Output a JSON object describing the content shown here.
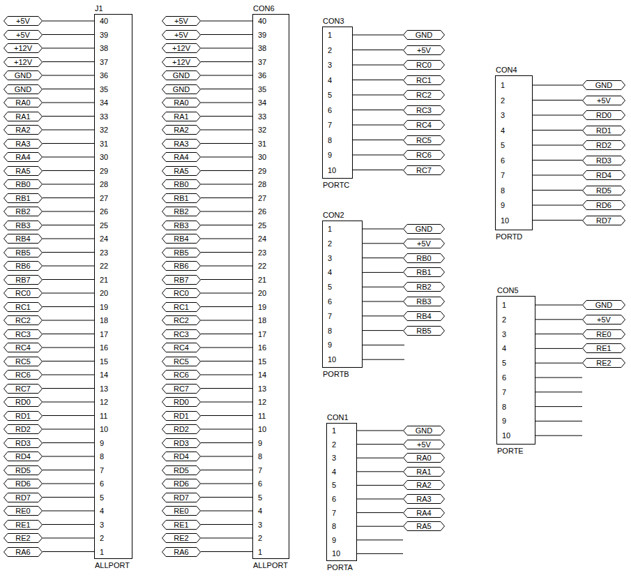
{
  "diagram": {
    "nodes": [
      {
        "text": [
          "J1",
          "40",
          "39",
          "38",
          "37",
          "36",
          "35",
          "34",
          "33",
          "32",
          "31",
          "30",
          "29",
          "28",
          "27",
          "26",
          "25",
          "24",
          "23",
          "22",
          "21",
          "20",
          "19",
          "18",
          "17",
          "16",
          "15",
          "14",
          "13",
          "12",
          "11",
          "10",
          "9",
          "8",
          "7",
          "6",
          "5",
          "4",
          "3",
          "2",
          "1",
          "ALLPORT"
        ]
      },
      {
        "text": [
          "+5V"
        ]
      },
      {
        "text": [
          "+5V"
        ]
      },
      {
        "text": [
          "+12V"
        ]
      },
      {
        "text": [
          "+12V"
        ]
      },
      {
        "text": [
          "GND"
        ]
      },
      {
        "text": [
          "GND"
        ]
      },
      {
        "text": [
          "RA0"
        ]
      },
      {
        "text": [
          "RA1"
        ]
      },
      {
        "text": [
          "RA2"
        ]
      },
      {
        "text": [
          "RA3"
        ]
      },
      {
        "text": [
          "RA4"
        ]
      },
      {
        "text": [
          "RA5"
        ]
      },
      {
        "text": [
          "RB0"
        ]
      },
      {
        "text": [
          "RB1"
        ]
      },
      {
        "text": [
          "RB2"
        ]
      },
      {
        "text": [
          "RB3"
        ]
      },
      {
        "text": [
          "RB4"
        ]
      },
      {
        "text": [
          "RB5"
        ]
      },
      {
        "text": [
          "RB6"
        ]
      },
      {
        "text": [
          "RB7"
        ]
      },
      {
        "text": [
          "RC0"
        ]
      },
      {
        "text": [
          "RC1"
        ]
      },
      {
        "text": [
          "RC2"
        ]
      },
      {
        "text": [
          "RC3"
        ]
      },
      {
        "text": [
          "RC4"
        ]
      },
      {
        "text": [
          "RC5"
        ]
      },
      {
        "text": [
          "RC6"
        ]
      },
      {
        "text": [
          "RC7"
        ]
      },
      {
        "text": [
          "RD0"
        ]
      },
      {
        "text": [
          "RD1"
        ]
      },
      {
        "text": [
          "RD2"
        ]
      },
      {
        "text": [
          "RD3"
        ]
      },
      {
        "text": [
          "RD4"
        ]
      },
      {
        "text": [
          "RD5"
        ]
      },
      {
        "text": [
          "RD6"
        ]
      },
      {
        "text": [
          "RD7"
        ]
      },
      {
        "text": [
          "RE0"
        ]
      },
      {
        "text": [
          "RE1"
        ]
      },
      {
        "text": [
          "RE2"
        ]
      },
      {
        "text": [
          "RA6"
        ]
      },
      {
        "text": [
          "CON6",
          "40",
          "39",
          "38",
          "37",
          "36",
          "35",
          "34",
          "33",
          "32",
          "31",
          "30",
          "29",
          "28",
          "27",
          "26",
          "25",
          "24",
          "23",
          "22",
          "21",
          "20",
          "19",
          "18",
          "17",
          "16",
          "15",
          "14",
          "13",
          "12",
          "11",
          "10",
          "9",
          "8",
          "7",
          "6",
          "5",
          "4",
          "3",
          "2",
          "1",
          "ALLPORT"
        ]
      },
      {
        "text": [
          "+5V"
        ]
      },
      {
        "text": [
          "+5V"
        ]
      },
      {
        "text": [
          "+12V"
        ]
      },
      {
        "text": [
          "+12V"
        ]
      },
      {
        "text": [
          "GND"
        ]
      },
      {
        "text": [
          "GND"
        ]
      },
      {
        "text": [
          "RA0"
        ]
      },
      {
        "text": [
          "RA1"
        ]
      },
      {
        "text": [
          "RA2"
        ]
      },
      {
        "text": [
          "RA3"
        ]
      },
      {
        "text": [
          "RA4"
        ]
      },
      {
        "text": [
          "RA5"
        ]
      },
      {
        "text": [
          "RB0"
        ]
      },
      {
        "text": [
          "RB1"
        ]
      },
      {
        "text": [
          "RB2"
        ]
      },
      {
        "text": [
          "RB3"
        ]
      },
      {
        "text": [
          "RB4"
        ]
      },
      {
        "text": [
          "RB5"
        ]
      },
      {
        "text": [
          "RB6"
        ]
      },
      {
        "text": [
          "RB7"
        ]
      },
      {
        "text": [
          "RC0"
        ]
      },
      {
        "text": [
          "RC1"
        ]
      },
      {
        "text": [
          "RC2"
        ]
      },
      {
        "text": [
          "RC3"
        ]
      },
      {
        "text": [
          "RC4"
        ]
      },
      {
        "text": [
          "RC5"
        ]
      },
      {
        "text": [
          "RC6"
        ]
      },
      {
        "text": [
          "RC7"
        ]
      },
      {
        "text": [
          "RD0"
        ]
      },
      {
        "text": [
          "RD1"
        ]
      },
      {
        "text": [
          "RD2"
        ]
      },
      {
        "text": [
          "RD3"
        ]
      },
      {
        "text": [
          "RD4"
        ]
      },
      {
        "text": [
          "RD5"
        ]
      },
      {
        "text": [
          "RD6"
        ]
      },
      {
        "text": [
          "RD7"
        ]
      },
      {
        "text": [
          "RE0"
        ]
      },
      {
        "text": [
          "RE1"
        ]
      },
      {
        "text": [
          "RE2"
        ]
      },
      {
        "text": [
          "RA6"
        ]
      },
      {
        "text": [
          "CON3",
          "1",
          "2",
          "3",
          "4",
          "5",
          "6",
          "7",
          "8",
          "9",
          "10",
          "PORTC"
        ]
      },
      {
        "text": [
          "GND"
        ]
      },
      {
        "text": [
          "+5V"
        ]
      },
      {
        "text": [
          "RC0"
        ]
      },
      {
        "text": [
          "RC1"
        ]
      },
      {
        "text": [
          "RC2"
        ]
      },
      {
        "text": [
          "RC3"
        ]
      },
      {
        "text": [
          "RC4"
        ]
      },
      {
        "text": [
          "RC5"
        ]
      },
      {
        "text": [
          "RC6"
        ]
      },
      {
        "text": [
          "RC7"
        ]
      },
      {
        "text": [
          "CON4",
          "1",
          "2",
          "3",
          "4",
          "5",
          "6",
          "7",
          "8",
          "9",
          "10",
          "PORTD"
        ]
      },
      {
        "text": [
          "GND"
        ]
      },
      {
        "text": [
          "+5V"
        ]
      },
      {
        "text": [
          "RD0"
        ]
      },
      {
        "text": [
          "RD1"
        ]
      },
      {
        "text": [
          "RD2"
        ]
      },
      {
        "text": [
          "RD3"
        ]
      },
      {
        "text": [
          "RD4"
        ]
      },
      {
        "text": [
          "RD5"
        ]
      },
      {
        "text": [
          "RD6"
        ]
      },
      {
        "text": [
          "RD7"
        ]
      },
      {
        "text": [
          "CON2",
          "1",
          "2",
          "3",
          "4",
          "5",
          "6",
          "7",
          "8",
          "9",
          "10",
          "PORTB"
        ]
      },
      {
        "text": [
          "GND"
        ]
      },
      {
        "text": [
          "+5V"
        ]
      },
      {
        "text": [
          "RB0"
        ]
      },
      {
        "text": [
          "RB1"
        ]
      },
      {
        "text": [
          "RB2"
        ]
      },
      {
        "text": [
          "RB3"
        ]
      },
      {
        "text": [
          "RB4"
        ]
      },
      {
        "text": [
          "RB5"
        ]
      },
      {
        "text": [
          "CON5",
          "1",
          "2",
          "3",
          "4",
          "5",
          "6",
          "7",
          "8",
          "9",
          "10",
          "PORTE"
        ]
      },
      {
        "text": [
          "GND"
        ]
      },
      {
        "text": [
          "+5V"
        ]
      },
      {
        "text": [
          "RE0"
        ]
      },
      {
        "text": [
          "RE1"
        ]
      },
      {
        "text": [
          "RE2"
        ]
      },
      {
        "text": [
          "CON1",
          "1",
          "2",
          "3",
          "4",
          "5",
          "6",
          "7",
          "8",
          "9",
          "10",
          "PORTA"
        ]
      },
      {
        "text": [
          "GND"
        ]
      },
      {
        "text": [
          "+5V"
        ]
      },
      {
        "text": [
          "RA0"
        ]
      },
      {
        "text": [
          "RA1"
        ]
      },
      {
        "text": [
          "RA2"
        ]
      },
      {
        "text": [
          "RA3"
        ]
      },
      {
        "text": [
          "RA4"
        ]
      },
      {
        "text": [
          "RA5"
        ]
      }
    ],
    "edges": [
      {
        "from": 0,
        "to": 1,
        "arrow": "none"
      },
      {
        "from": 0,
        "to": 2,
        "arrow": "none"
      },
      {
        "from": 0,
        "to": 3,
        "arrow": "none"
      },
      {
        "from": 0,
        "to": 4,
        "arrow": "none"
      },
      {
        "from": 0,
        "to": 5,
        "arrow": "none"
      },
      {
        "from": 0,
        "to": 6,
        "arrow": "none"
      },
      {
        "from": 0,
        "to": 7,
        "arrow": "none"
      },
      {
        "from": 0,
        "to": 8,
        "arrow": "none"
      },
      {
        "from": 0,
        "to": 9,
        "arrow": "none"
      },
      {
        "from": 0,
        "to": 10,
        "arrow": "none"
      },
      {
        "from": 0,
        "to": 11,
        "arrow": "none"
      },
      {
        "from": 0,
        "to": 12,
        "arrow": "none"
      },
      {
        "from": 0,
        "to": 13,
        "arrow": "none"
      },
      {
        "from": 0,
        "to": 14,
        "arrow": "none"
      },
      {
        "from": 0,
        "to": 15,
        "arrow": "none"
      },
      {
        "from": 0,
        "to": 16,
        "arrow": "none"
      },
      {
        "from": 0,
        "to": 17,
        "arrow": "none"
      },
      {
        "from": 0,
        "to": 18,
        "arrow": "none"
      },
      {
        "from": 0,
        "to": 19,
        "arrow": "none"
      },
      {
        "from": 0,
        "to": 20,
        "arrow": "none"
      },
      {
        "from": 0,
        "to": 21,
        "arrow": "none"
      },
      {
        "from": 0,
        "to": 22,
        "arrow": "none"
      },
      {
        "from": 0,
        "to": 23,
        "arrow": "none"
      },
      {
        "from": 0,
        "to": 24,
        "arrow": "none"
      },
      {
        "from": 0,
        "to": 25,
        "arrow": "none"
      },
      {
        "from": 0,
        "to": 26,
        "arrow": "none"
      },
      {
        "from": 0,
        "to": 27,
        "arrow": "none"
      },
      {
        "from": 0,
        "to": 28,
        "arrow": "none"
      },
      {
        "from": 0,
        "to": 29,
        "arrow": "none"
      },
      {
        "from": 0,
        "to": 30,
        "arrow": "none"
      },
      {
        "from": 0,
        "to": 31,
        "arrow": "none"
      },
      {
        "from": 0,
        "to": 32,
        "arrow": "none"
      },
      {
        "from": 0,
        "to": 33,
        "arrow": "none"
      },
      {
        "from": 0,
        "to": 34,
        "arrow": "none"
      },
      {
        "from": 0,
        "to": 35,
        "arrow": "none"
      },
      {
        "from": 0,
        "to": 36,
        "arrow": "none"
      },
      {
        "from": 0,
        "to": 37,
        "arrow": "none"
      },
      {
        "from": 0,
        "to": 38,
        "arrow": "none"
      },
      {
        "from": 0,
        "to": 39,
        "arrow": "none"
      },
      {
        "from": 0,
        "to": 40,
        "arrow": "none"
      },
      {
        "from": 41,
        "to": 42,
        "arrow": "none"
      },
      {
        "from": 41,
        "to": 43,
        "arrow": "none"
      },
      {
        "from": 41,
        "to": 44,
        "arrow": "none"
      },
      {
        "from": 41,
        "to": 45,
        "arrow": "none"
      },
      {
        "from": 41,
        "to": 46,
        "arrow": "none"
      },
      {
        "from": 41,
        "to": 47,
        "arrow": "none"
      },
      {
        "from": 41,
        "to": 48,
        "arrow": "none"
      },
      {
        "from": 41,
        "to": 49,
        "arrow": "none"
      },
      {
        "from": 41,
        "to": 50,
        "arrow": "none"
      },
      {
        "from": 41,
        "to": 51,
        "arrow": "none"
      },
      {
        "from": 41,
        "to": 52,
        "arrow": "none"
      },
      {
        "from": 41,
        "to": 53,
        "arrow": "none"
      },
      {
        "from": 41,
        "to": 54,
        "arrow": "none"
      },
      {
        "from": 41,
        "to": 55,
        "arrow": "none"
      },
      {
        "from": 41,
        "to": 56,
        "arrow": "none"
      },
      {
        "from": 41,
        "to": 57,
        "arrow": "none"
      },
      {
        "from": 41,
        "to": 58,
        "arrow": "none"
      },
      {
        "from": 41,
        "to": 59,
        "arrow": "none"
      },
      {
        "from": 41,
        "to": 60,
        "arrow": "none"
      },
      {
        "from": 41,
        "to": 61,
        "arrow": "none"
      },
      {
        "from": 41,
        "to": 62,
        "arrow": "none"
      },
      {
        "from": 41,
        "to": 63,
        "arrow": "none"
      },
      {
        "from": 41,
        "to": 64,
        "arrow": "none"
      },
      {
        "from": 41,
        "to": 65,
        "arrow": "none"
      },
      {
        "from": 41,
        "to": 66,
        "arrow": "none"
      },
      {
        "from": 41,
        "to": 67,
        "arrow": "none"
      },
      {
        "from": 41,
        "to": 68,
        "arrow": "none"
      },
      {
        "from": 41,
        "to": 69,
        "arrow": "none"
      },
      {
        "from": 41,
        "to": 70,
        "arrow": "none"
      },
      {
        "from": 41,
        "to": 71,
        "arrow": "none"
      },
      {
        "from": 41,
        "to": 72,
        "arrow": "none"
      },
      {
        "from": 41,
        "to": 73,
        "arrow": "none"
      },
      {
        "from": 41,
        "to": 74,
        "arrow": "none"
      },
      {
        "from": 41,
        "to": 75,
        "arrow": "none"
      },
      {
        "from": 41,
        "to": 76,
        "arrow": "none"
      },
      {
        "from": 41,
        "to": 77,
        "arrow": "none"
      },
      {
        "from": 41,
        "to": 78,
        "arrow": "none"
      },
      {
        "from": 41,
        "to": 79,
        "arrow": "none"
      },
      {
        "from": 41,
        "to": 80,
        "arrow": "none"
      },
      {
        "from": 41,
        "to": 81,
        "arrow": "none"
      },
      {
        "from": 82,
        "to": 83,
        "arrow": "none"
      },
      {
        "from": 82,
        "to": 84,
        "arrow": "none"
      },
      {
        "from": 82,
        "to": 85,
        "arrow": "none"
      },
      {
        "from": 82,
        "to": 86,
        "arrow": "none"
      },
      {
        "from": 82,
        "to": 87,
        "arrow": "none"
      },
      {
        "from": 82,
        "to": 88,
        "arrow": "none"
      },
      {
        "from": 82,
        "to": 89,
        "arrow": "none"
      },
      {
        "from": 82,
        "to": 90,
        "arrow": "none"
      },
      {
        "from": 82,
        "to": 91,
        "arrow": "none"
      },
      {
        "from": 82,
        "to": 92,
        "arrow": "none"
      },
      {
        "from": 93,
        "to": 94,
        "arrow": "none"
      },
      {
        "from": 93,
        "to": 95,
        "arrow": "none"
      },
      {
        "from": 93,
        "to": 96,
        "arrow": "none"
      },
      {
        "from": 93,
        "to": 97,
        "arrow": "none"
      },
      {
        "from": 93,
        "to": 98,
        "arrow": "none"
      },
      {
        "from": 93,
        "to": 99,
        "arrow": "none"
      },
      {
        "from": 93,
        "to": 100,
        "arrow": "none"
      },
      {
        "from": 93,
        "to": 101,
        "arrow": "none"
      },
      {
        "from": 93,
        "to": 102,
        "arrow": "none"
      },
      {
        "from": 93,
        "to": 103,
        "arrow": "none"
      },
      {
        "from": 104,
        "to": 105,
        "arrow": "none"
      },
      {
        "from": 104,
        "to": 106,
        "arrow": "none"
      },
      {
        "from": 104,
        "to": 107,
        "arrow": "none"
      },
      {
        "from": 104,
        "to": 108,
        "arrow": "none"
      },
      {
        "from": 104,
        "to": 109,
        "arrow": "none"
      },
      {
        "from": 104,
        "to": 110,
        "arrow": "none"
      },
      {
        "from": 104,
        "to": 111,
        "arrow": "none"
      },
      {
        "from": 104,
        "to": 112,
        "arrow": "none"
      },
      {
        "from": 113,
        "to": 114,
        "arrow": "none"
      },
      {
        "from": 113,
        "to": 115,
        "arrow": "none"
      },
      {
        "from": 113,
        "to": 116,
        "arrow": "none"
      },
      {
        "from": 113,
        "to": 117,
        "arrow": "none"
      },
      {
        "from": 113,
        "to": 118,
        "arrow": "none"
      },
      {
        "from": 119,
        "to": 120,
        "arrow": "none"
      },
      {
        "from": 119,
        "to": 121,
        "arrow": "none"
      },
      {
        "from": 119,
        "to": 122,
        "arrow": "none"
      },
      {
        "from": 119,
        "to": 123,
        "arrow": "none"
      },
      {
        "from": 119,
        "to": 124,
        "arrow": "none"
      },
      {
        "from": 119,
        "to": 125,
        "arrow": "none"
      },
      {
        "from": 119,
        "to": 126,
        "arrow": "none"
      },
      {
        "from": 119,
        "to": 127,
        "arrow": "none"
      }
    ]
  }
}
